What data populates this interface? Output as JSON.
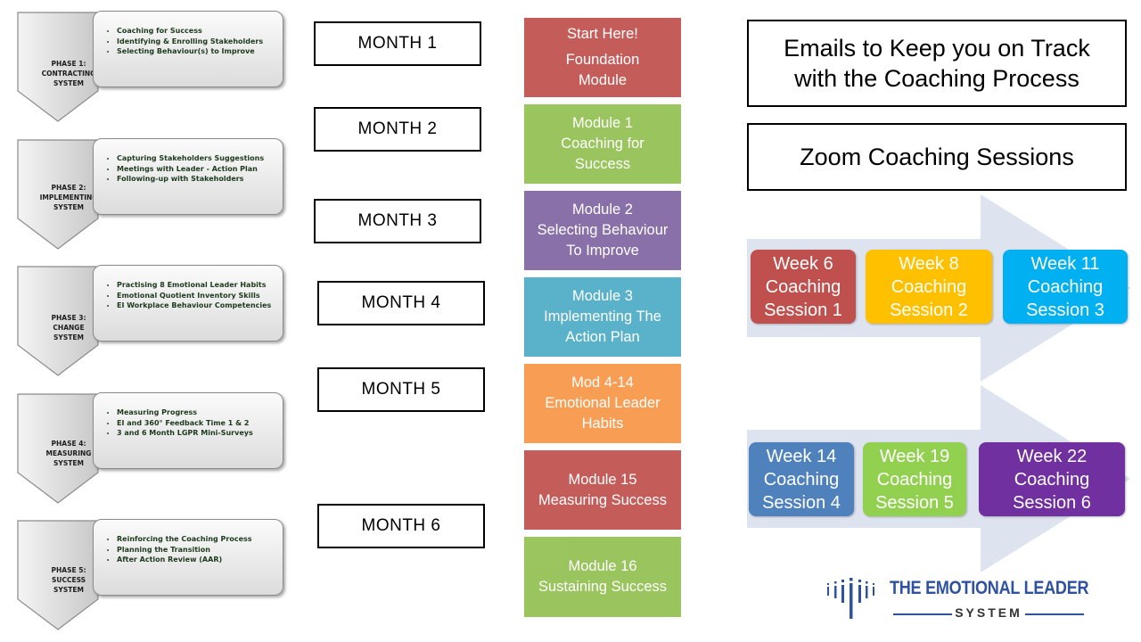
{
  "phases": [
    {
      "title": [
        "PHASE 1:",
        "CONTRACTING",
        "SYSTEM"
      ],
      "items": [
        "Coaching for Success",
        "Identifying & Enrolling Stakeholders",
        "Selecting Behaviour(s) to Improve"
      ]
    },
    {
      "title": [
        "PHASE 2:",
        "IMPLEMENTING",
        "SYSTEM"
      ],
      "items": [
        "Capturing Stakeholders Suggestions",
        "Meetings with Leader - Action Plan",
        "Following-up with Stakeholders"
      ]
    },
    {
      "title": [
        "PHASE 3:",
        "CHANGE",
        "SYSTEM"
      ],
      "items": [
        "Practising 8 Emotional Leader Habits",
        "Emotional Quotient Inventory Skills",
        "EI Workplace Behaviour Competencies"
      ]
    },
    {
      "title": [
        "PHASE 4:",
        "MEASURING",
        "SYSTEM"
      ],
      "items": [
        "Measuring Progress",
        "EI and 360° Feedback Time 1 & 2",
        "3 and 6 Month LGPR Mini-Surveys"
      ]
    },
    {
      "title": [
        "PHASE 5:",
        "SUCCESS",
        "SYSTEM"
      ],
      "items": [
        "Reinforcing the Coaching Process",
        "Planning the Transition",
        "After Action Review (AAR)"
      ]
    }
  ],
  "months": [
    "MONTH 1",
    "MONTH 2",
    "MONTH 3",
    "MONTH 4",
    "MONTH 5",
    "MONTH 6"
  ],
  "modules": [
    {
      "lines": [
        "Start Here!",
        "Foundation",
        "Module"
      ],
      "color": "#c0504d"
    },
    {
      "lines": [
        "Module 1",
        "Coaching for",
        "Success"
      ],
      "color": "#92c050"
    },
    {
      "lines": [
        "Module 2",
        "Selecting Behaviour",
        "To Improve"
      ],
      "color": "#8064a2"
    },
    {
      "lines": [
        "Module 3",
        "Implementing The",
        "Action Plan"
      ],
      "color": "#4bacc6"
    },
    {
      "lines": [
        "Mod 4-14",
        "Emotional Leader",
        "Habits"
      ],
      "color": "#f79646"
    },
    {
      "lines": [
        "Module 15",
        "Measuring Success"
      ],
      "color": "#c0504d"
    },
    {
      "lines": [
        "Module 16",
        "Sustaining Success"
      ],
      "color": "#92c050"
    }
  ],
  "info": {
    "emails": [
      "Emails to Keep you on Track",
      "with the Coaching Process"
    ],
    "zoom": "Zoom Coaching Sessions"
  },
  "weeks": [
    {
      "lines": [
        "Week 6",
        "Coaching",
        "Session 1"
      ],
      "color": "#c0504d"
    },
    {
      "lines": [
        "Week 8",
        "Coaching",
        "Session 2"
      ],
      "color": "#ffc000"
    },
    {
      "lines": [
        "Week 11",
        "Coaching",
        "Session 3"
      ],
      "color": "#00b0f0"
    },
    {
      "lines": [
        "Week 14",
        "Coaching",
        "Session 4"
      ],
      "color": "#4f81bd"
    },
    {
      "lines": [
        "Week 19",
        "Coaching",
        "Session 5"
      ],
      "color": "#92d050"
    },
    {
      "lines": [
        "Week 22",
        "Coaching",
        "Session 6"
      ],
      "color": "#7030a0"
    }
  ],
  "logo": {
    "name": "THE EMOTIONAL LEADER",
    "sub": "SYSTEM"
  },
  "colors": {
    "chevron": "#d8d8d8",
    "arrow": "#dde3ef",
    "logo": "#2e52a0"
  }
}
